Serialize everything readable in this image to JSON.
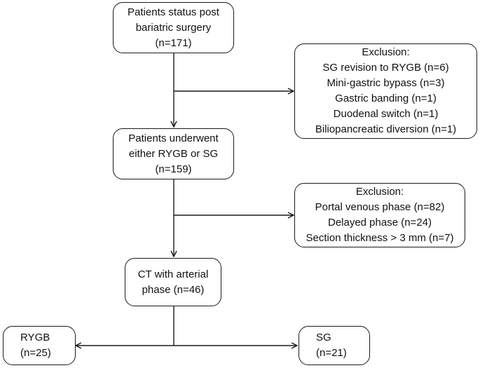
{
  "boxes": {
    "start": {
      "lines": [
        "Patients status post",
        "bariatric surgery",
        "(n=171)"
      ]
    },
    "exclusion1": {
      "title": "Exclusion:",
      "items": [
        "SG revision to RYGB (n=6)",
        "Mini-gastric bypass (n=3)",
        "Gastric banding (n=1)",
        "Duodenal switch (n=1)",
        "Biliopancreatic diversion (n=1)"
      ]
    },
    "underwent": {
      "lines": [
        "Patients underwent",
        "either RYGB or SG",
        "(n=159)"
      ]
    },
    "exclusion2": {
      "title": "Exclusion:",
      "items": [
        "Portal venous phase (n=82)",
        "Delayed phase (n=24)",
        "Section thickness > 3 mm (n=7)"
      ]
    },
    "ct": {
      "lines": [
        "CT with arterial",
        "phase (n=46)"
      ]
    },
    "rygb": {
      "lines": [
        "RYGB",
        "(n=25)"
      ]
    },
    "sg": {
      "lines": [
        "SG",
        "(n=21)"
      ]
    }
  },
  "style": {
    "line_color": "#1a1a1a",
    "box_border_color": "#1a1a1a",
    "background": "#ffffff"
  }
}
